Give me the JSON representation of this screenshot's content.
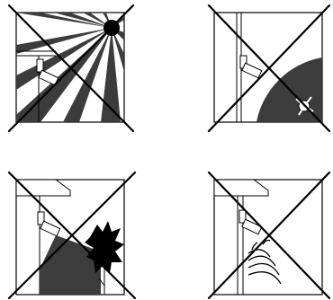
{
  "panels": [
    {
      "id": "direct-sunlight",
      "icon": "sun-icon",
      "prohibited": true
    },
    {
      "id": "moving-object",
      "icon": "fan-icon",
      "prohibited": true
    },
    {
      "id": "obstruction",
      "icon": "plant-icon",
      "prohibited": true
    },
    {
      "id": "heat-source",
      "icon": "heat-waves-icon",
      "prohibited": true
    }
  ],
  "colors": {
    "line": "#000000",
    "beam": "#3c3c3c",
    "background": "#ffffff"
  }
}
